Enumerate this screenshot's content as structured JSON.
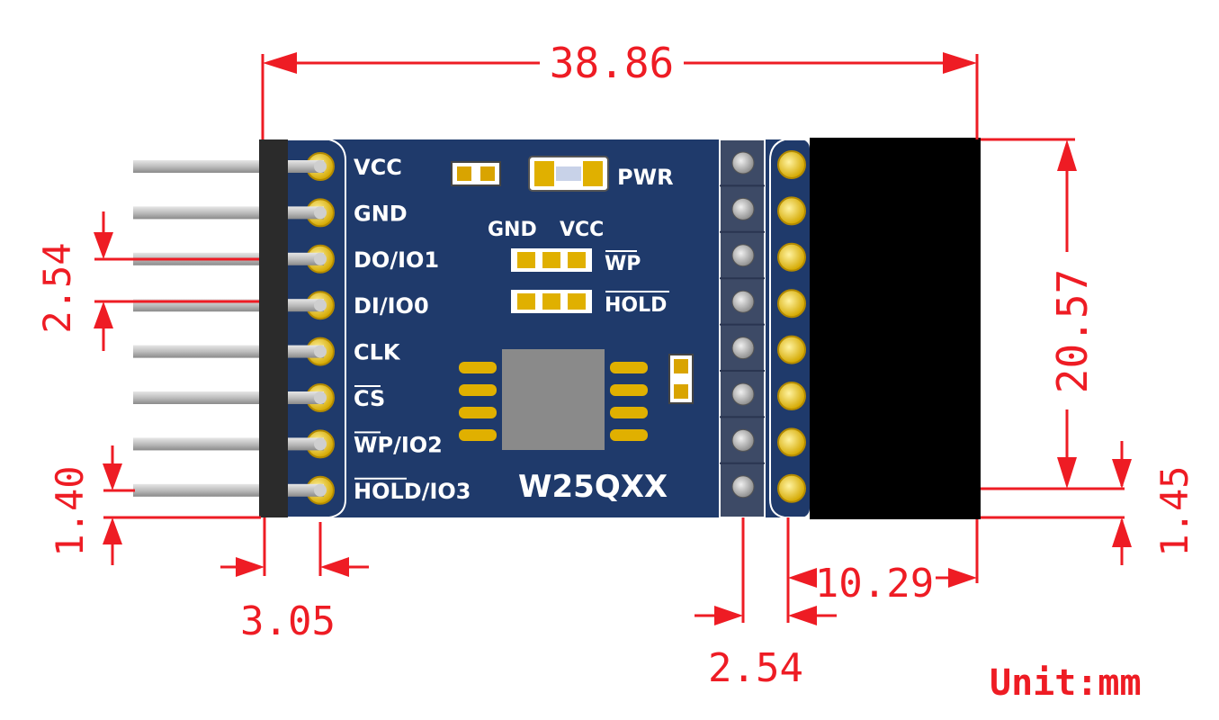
{
  "board": {
    "pin_labels": [
      {
        "text": "VCC",
        "bar": false
      },
      {
        "text": "GND",
        "bar": false
      },
      {
        "text": "DO/IO1",
        "bar": false
      },
      {
        "text": "DI/IO0",
        "bar": false
      },
      {
        "text": "CLK",
        "bar": false
      },
      {
        "text": "CS",
        "bar": true,
        "bar_text": "CS",
        "rest": ""
      },
      {
        "text": "WP/IO2",
        "bar": true,
        "bar_text": "WP",
        "rest": "/IO2"
      },
      {
        "text": "HOLD/IO3",
        "bar": true,
        "bar_text": "HOLD",
        "rest": "/IO3"
      }
    ],
    "pwr_label": "PWR",
    "gnd_label": "GND",
    "vcc_label": "VCC",
    "wp_label": "WP",
    "hold_label": "HOLD",
    "chip_name": "W25QXX"
  },
  "dimensions": {
    "overall_width": "38.86",
    "height": "20.57",
    "pin_pitch_left": "2.54",
    "bottom_margin_left": "1.40",
    "header_offset": "3.05",
    "right_pin_pitch": "2.54",
    "connector_width": "10.29",
    "bottom_margin_right": "1.45",
    "unit": "Unit:mm"
  },
  "colors": {
    "pcb": "#1f3a6b",
    "dimension": "#ee1c24",
    "pad": "#e8c000",
    "connector": "#000000"
  }
}
